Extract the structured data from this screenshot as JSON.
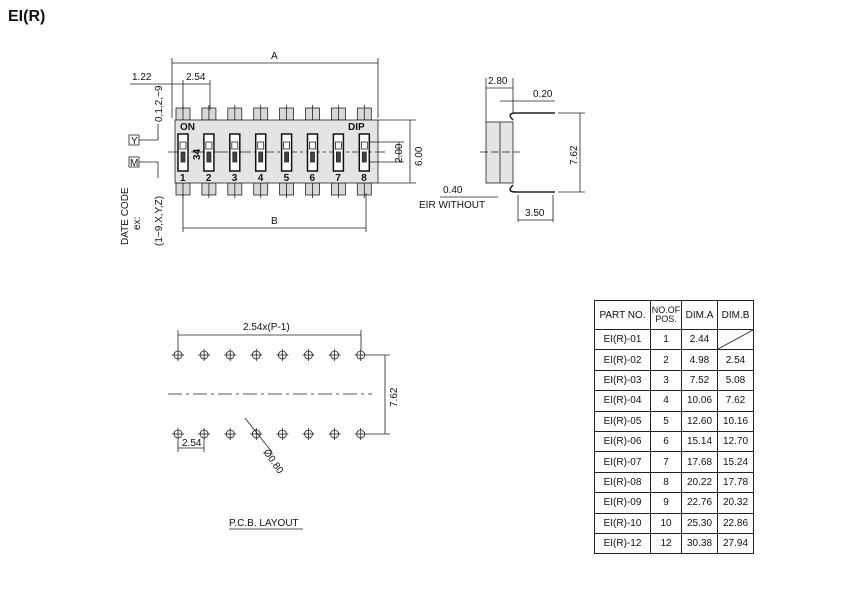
{
  "title": "EI(R)",
  "top_view": {
    "dim_a": "A",
    "dim_b": "B",
    "dim_122": "1.22",
    "dim_254": "2.54",
    "dim_200": "2.00",
    "dim_600": "6.00",
    "on_label": "ON",
    "dip_label": "DIP",
    "side_mark": "34",
    "switch_numbers": [
      "1",
      "2",
      "3",
      "4",
      "5",
      "6",
      "7",
      "8"
    ],
    "year_digits": "0,1,2,~9",
    "y_box": "Y",
    "m_box": "M",
    "date_code": "DATE CODE",
    "ex": "ex:",
    "month_codes": "(1~9,X,Y,Z)"
  },
  "side_view": {
    "dim_280": "2.80",
    "dim_020": "0.20",
    "dim_762": "7.62",
    "dim_040": "0.40",
    "eir_without": "EIR WITHOUT",
    "dim_350": "3.50"
  },
  "pcb": {
    "pitch_label": "2.54x(P-1)",
    "dim_762": "7.62",
    "dim_254": "2.54",
    "hole_dia": "Ø0.80",
    "caption": "P.C.B. LAYOUT"
  },
  "table": {
    "headers": [
      "PART NO.",
      "NO.OF POS.",
      "DIM.A",
      "DIM.B"
    ],
    "rows": [
      [
        "EI(R)-01",
        "1",
        "2.44",
        ""
      ],
      [
        "EI(R)-02",
        "2",
        "4.98",
        "2.54"
      ],
      [
        "EI(R)-03",
        "3",
        "7.52",
        "5.08"
      ],
      [
        "EI(R)-04",
        "4",
        "10.06",
        "7.62"
      ],
      [
        "EI(R)-05",
        "5",
        "12.60",
        "10.16"
      ],
      [
        "EI(R)-06",
        "6",
        "15.14",
        "12.70"
      ],
      [
        "EI(R)-07",
        "7",
        "17.68",
        "15.24"
      ],
      [
        "EI(R)-08",
        "8",
        "20.22",
        "17.78"
      ],
      [
        "EI(R)-09",
        "9",
        "22.76",
        "20.32"
      ],
      [
        "EI(R)-10",
        "10",
        "25.30",
        "22.86"
      ],
      [
        "EI(R)-12",
        "12",
        "30.38",
        "27.94"
      ]
    ]
  }
}
